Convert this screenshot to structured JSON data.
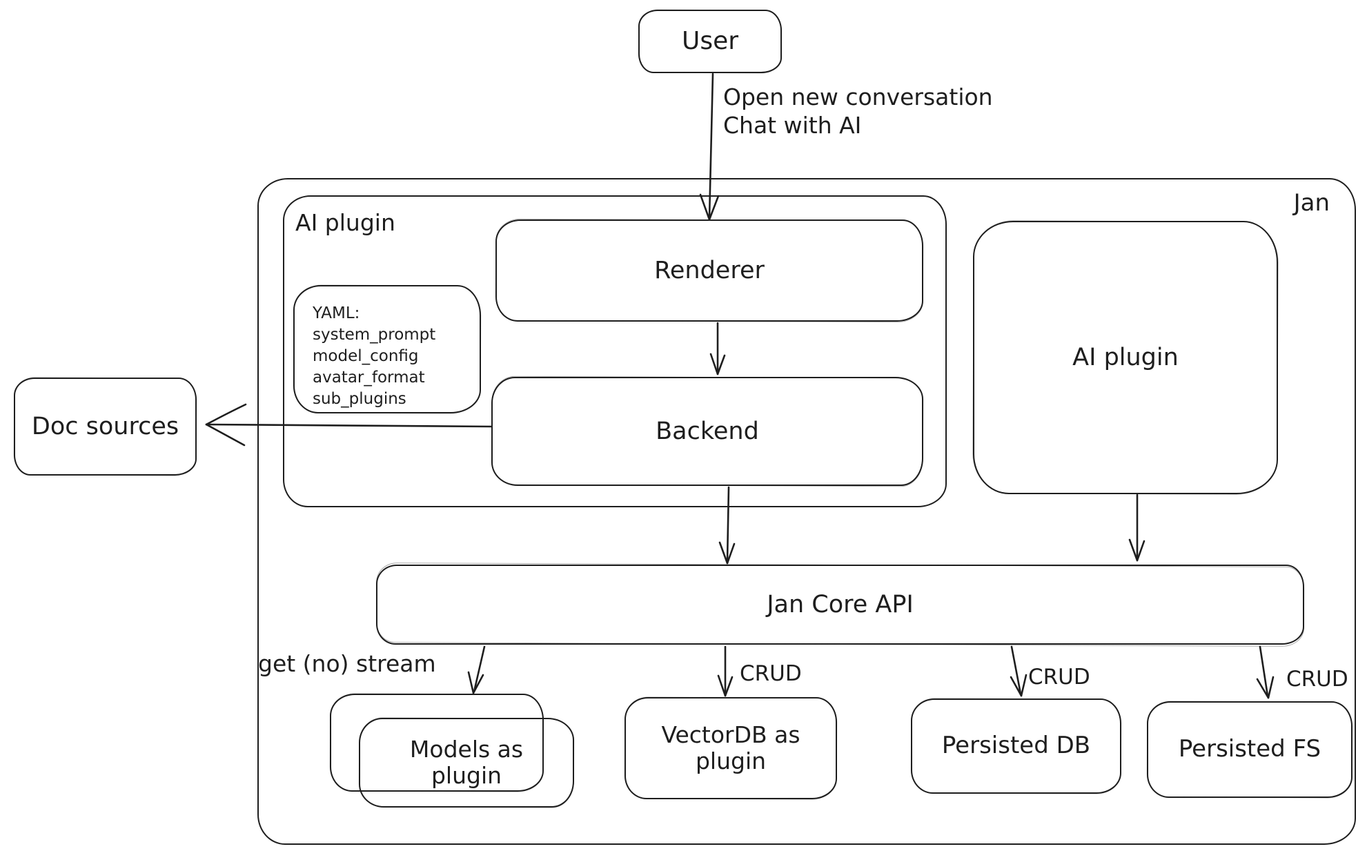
{
  "canvas": {
    "background": "#ffffff",
    "ink": "#1e1e1e"
  },
  "nodes": {
    "user": {
      "label": "User"
    },
    "jan": {
      "label": "Jan"
    },
    "ai_plugin_group": {
      "label": "AI plugin"
    },
    "yaml_note": {
      "title": "YAML:",
      "lines": [
        "system_prompt",
        "model_config",
        "avatar_format",
        "sub_plugins"
      ]
    },
    "renderer": {
      "label": "Renderer"
    },
    "backend": {
      "label": "Backend"
    },
    "ai_plugin_right": {
      "label": "AI plugin"
    },
    "doc_sources": {
      "label": "Doc sources"
    },
    "jan_core_api": {
      "label": "Jan Core API"
    },
    "models_as_plugin": {
      "label": "Models as plugin"
    },
    "vectordb_as_plugin": {
      "label": "VectorDB as plugin"
    },
    "persisted_db": {
      "label": "Persisted DB"
    },
    "persisted_fs": {
      "label": "Persisted FS"
    }
  },
  "edges": {
    "user_to_renderer": {
      "label": "Open new conversation\nChat with AI"
    },
    "backend_to_doc_sources": {
      "label": ""
    },
    "jancore_to_models": {
      "label": "get (no) stream"
    },
    "jancore_to_vectordb": {
      "label": "CRUD"
    },
    "jancore_to_persisted_db": {
      "label": "CRUD"
    },
    "jancore_to_persisted_fs": {
      "label": "CRUD"
    }
  }
}
